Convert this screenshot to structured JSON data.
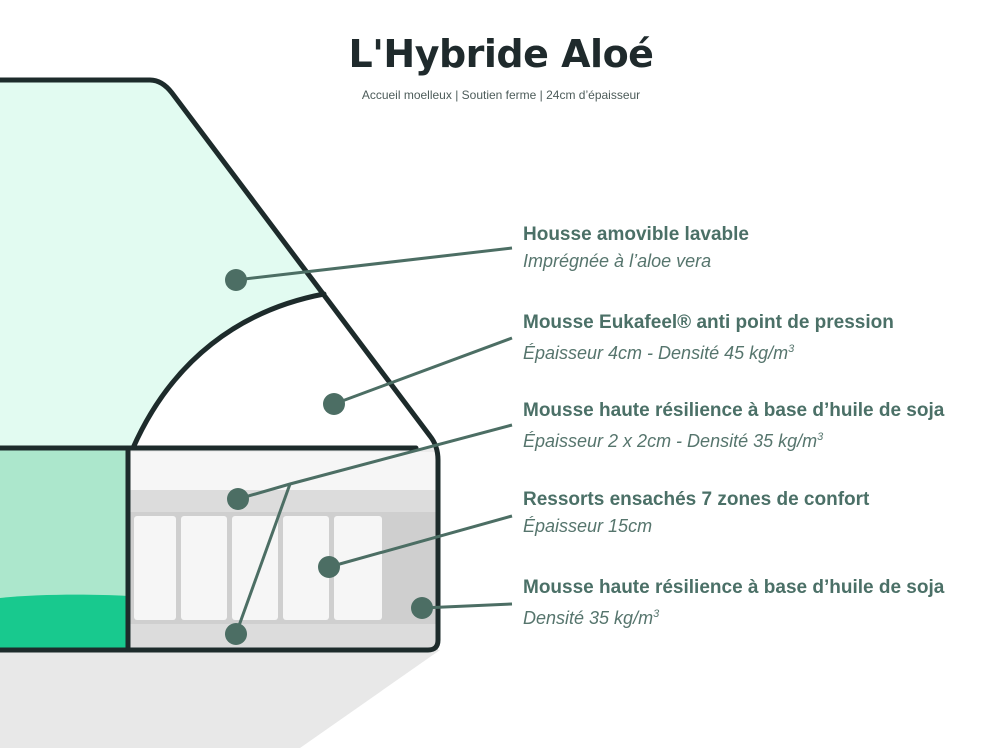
{
  "header": {
    "title": "L'Hybride Aloé",
    "subtitle": "Accueil moelleux | Soutien ferme | 24cm d’épaisseur"
  },
  "layers": [
    {
      "name": "Housse amovible lavable",
      "detail": "Imprégnée à l’aloe vera",
      "sup": ""
    },
    {
      "name": "Mousse Eukafeel® anti point de pression",
      "detail": "Épaisseur 4cm - Densité 45 kg/m",
      "sup": "3"
    },
    {
      "name": "Mousse haute résilience à base d’huile de soja",
      "detail": "Épaisseur 2 x 2cm - Densité 35 kg/m",
      "sup": "3"
    },
    {
      "name": "Ressorts ensachés 7 zones de confort",
      "detail": "Épaisseur 15cm",
      "sup": ""
    },
    {
      "name": "Mousse haute résilience à base d’huile de soja",
      "detail": "Densité 35 kg/m",
      "sup": "3"
    }
  ],
  "colors": {
    "outline": "#1d2b2b",
    "cover": "#e2fbf1",
    "cover_band": "#ace7cc",
    "accent_green": "#18c98e",
    "foam_light": "#f6f6f6",
    "foam_grey": "#dcdcdc",
    "marker": "#4c6e64",
    "shadow": "#e8e8e8"
  }
}
